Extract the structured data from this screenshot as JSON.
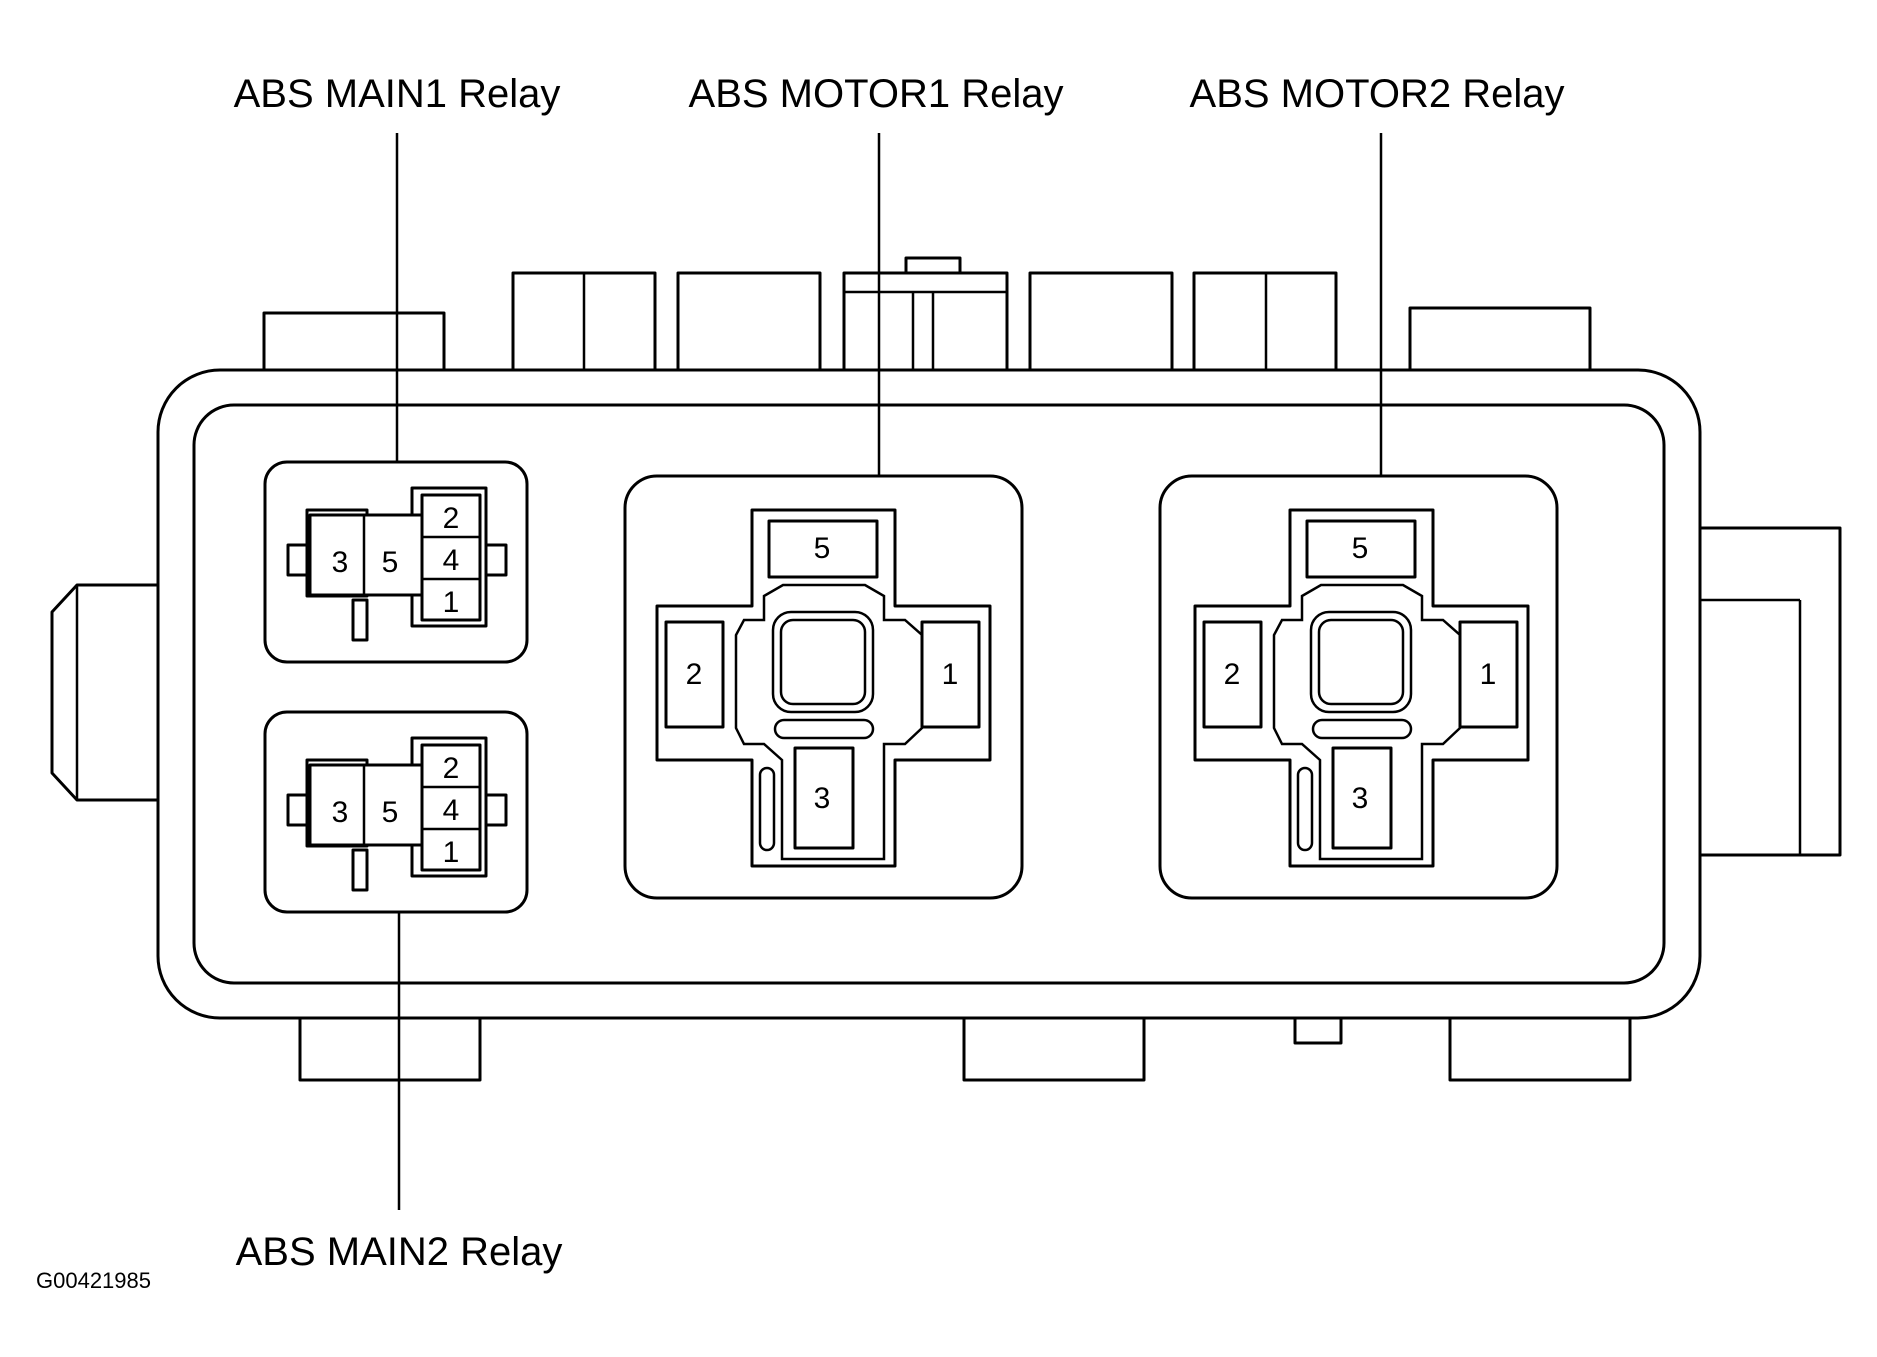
{
  "labels": {
    "main1": "ABS MAIN1 Relay",
    "motor1": "ABS MOTOR1 Relay",
    "motor2": "ABS MOTOR2 Relay",
    "main2": "ABS MAIN2 Relay"
  },
  "figure_code": "G00421985",
  "main_relay_pins": {
    "p3": "3",
    "p5": "5",
    "p2": "2",
    "p4": "4",
    "p1": "1"
  },
  "motor_relay_pins": {
    "p5": "5",
    "p2": "2",
    "p1": "1",
    "p3": "3"
  }
}
